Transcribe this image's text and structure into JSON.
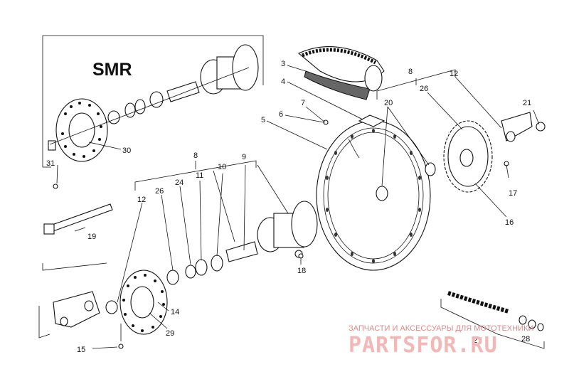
{
  "variant_label": "SMR",
  "callouts": [
    "3",
    "4",
    "5",
    "6",
    "7",
    "8",
    "12",
    "26",
    "20",
    "21",
    "30",
    "31",
    "8",
    "9",
    "10",
    "11",
    "24",
    "26",
    "12",
    "19",
    "18",
    "17",
    "16",
    "14",
    "29",
    "15",
    "27",
    "28"
  ],
  "watermark": {
    "caption": "ЗАПЧАСТИ И АКСЕССУАРЫ ДЛЯ МОТОТЕХНИКИ",
    "logo_text": "PARTSFOR.RU"
  }
}
